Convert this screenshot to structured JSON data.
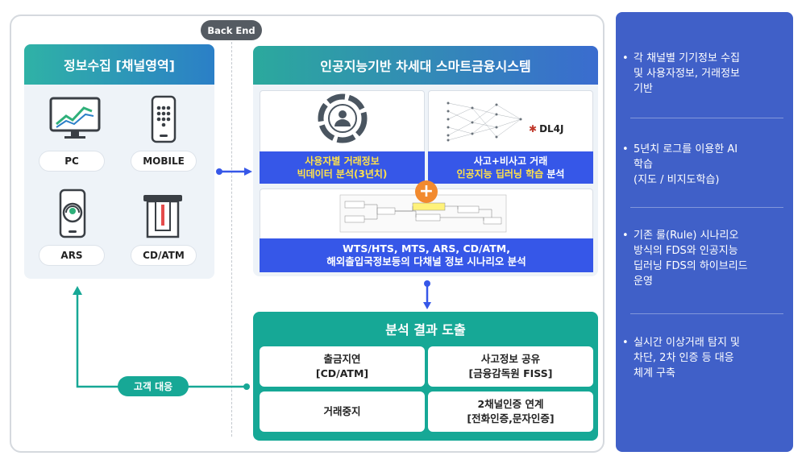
{
  "backend_label": "Back End",
  "channel": {
    "title": "정보수집 [채널영역]",
    "items": [
      {
        "label": "PC",
        "icon": "monitor-chart-icon"
      },
      {
        "label": "MOBILE",
        "icon": "mobile-keypad-icon"
      },
      {
        "label": "ARS",
        "icon": "phone-headset-icon"
      },
      {
        "label": "CD/ATM",
        "icon": "atm-card-icon"
      }
    ]
  },
  "ai": {
    "title": "인공지능기반 차세대 스마트금융시스템",
    "card1": {
      "line1": "사용자별 거래정보",
      "line2": "빅데이터 분석(3년치)"
    },
    "card2": {
      "line1": "사고+비사고 거래",
      "line2_hl": "인공지능 딥러닝 학습",
      "line2_rest": " 분석",
      "logo": "DL4J"
    },
    "card3": {
      "line1": "WTS/HTS, MTS, ARS, CD/ATM,",
      "line2": "해외출입국정보등의 다채널 정보 시나리오 분석"
    },
    "plus": "+"
  },
  "result": {
    "title": "분석 결과 도출",
    "cells": [
      {
        "line1": "출금지연",
        "line2": "[CD/ATM]"
      },
      {
        "line1": "사고정보 공유",
        "line2": "[금융감독원 FISS]"
      },
      {
        "line1": "거래중지",
        "line2": ""
      },
      {
        "line1": "2채널인증 연계",
        "line2": "[전화인증,문자인증]"
      }
    ]
  },
  "customer_label": "고객 대응",
  "side_notes": [
    {
      "bullet": "•",
      "lines": [
        "각 채널별 기기정보 수집",
        "및 사용자정보, 거래정보",
        "기반"
      ]
    },
    {
      "bullet": "•",
      "lines": [
        "5년치 로그를 이용한 AI",
        "학습",
        "(지도 / 비지도학습)"
      ]
    },
    {
      "bullet": "•",
      "lines": [
        "기존 룰(Rule) 시나리오",
        "방식의 FDS와 인공지능",
        "딥러닝 FDS의 하이브리드",
        "운영"
      ]
    },
    {
      "bullet": "•",
      "lines": [
        "실시간 이상거래 탐지 및",
        "차단, 2차 인증 등 대응",
        "체계 구축"
      ]
    }
  ],
  "colors": {
    "teal": "#17a896",
    "blue": "#3657e8",
    "side": "#4060c8",
    "orange": "#f28a2e"
  }
}
